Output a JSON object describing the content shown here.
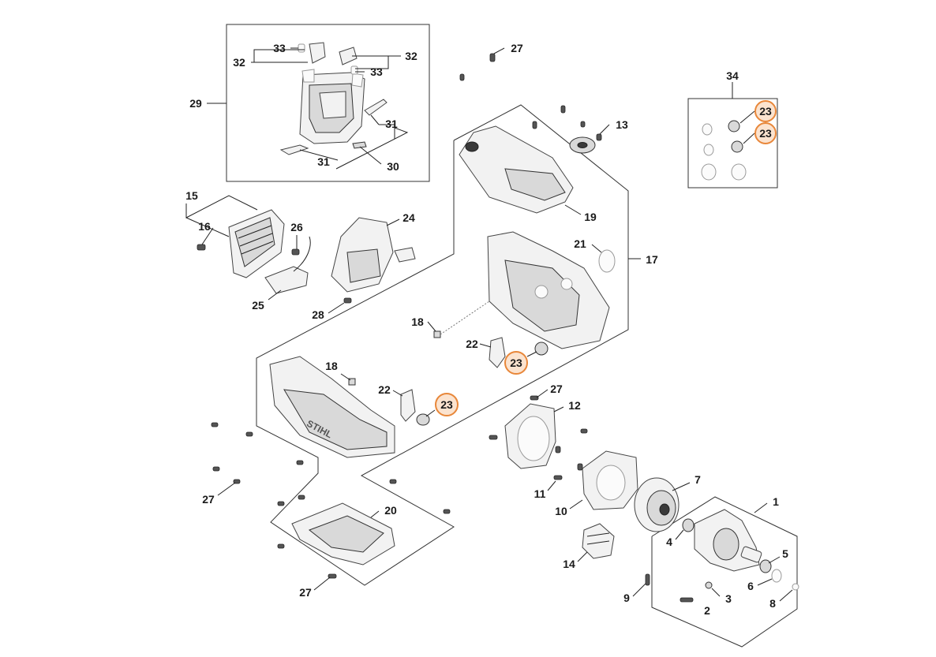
{
  "highlight_color": "#e8873a",
  "highlight_fill": "#fbe3cf",
  "callouts": {
    "c1": "1",
    "c2": "2",
    "c3": "3",
    "c4": "4",
    "c5": "5",
    "c6": "6",
    "c7": "7",
    "c8": "8",
    "c9": "9",
    "c10": "10",
    "c11": "11",
    "c12": "12",
    "c13": "13",
    "c14": "14",
    "c15": "15",
    "c16": "16",
    "c17": "17",
    "c18a": "18",
    "c18b": "18",
    "c19": "19",
    "c20": "20",
    "c21": "21",
    "c22a": "22",
    "c22b": "22",
    "c23a": "23",
    "c23b": "23",
    "c23c": "23",
    "c23d": "23",
    "c24": "24",
    "c25": "25",
    "c26": "26",
    "c27a": "27",
    "c27b": "27",
    "c27c": "27",
    "c27d": "27",
    "c28": "28",
    "c29": "29",
    "c30": "30",
    "c31a": "31",
    "c31b": "31",
    "c32a": "32",
    "c32b": "32",
    "c33a": "33",
    "c33b": "33",
    "c34": "34"
  },
  "brand_text": "STIHL"
}
